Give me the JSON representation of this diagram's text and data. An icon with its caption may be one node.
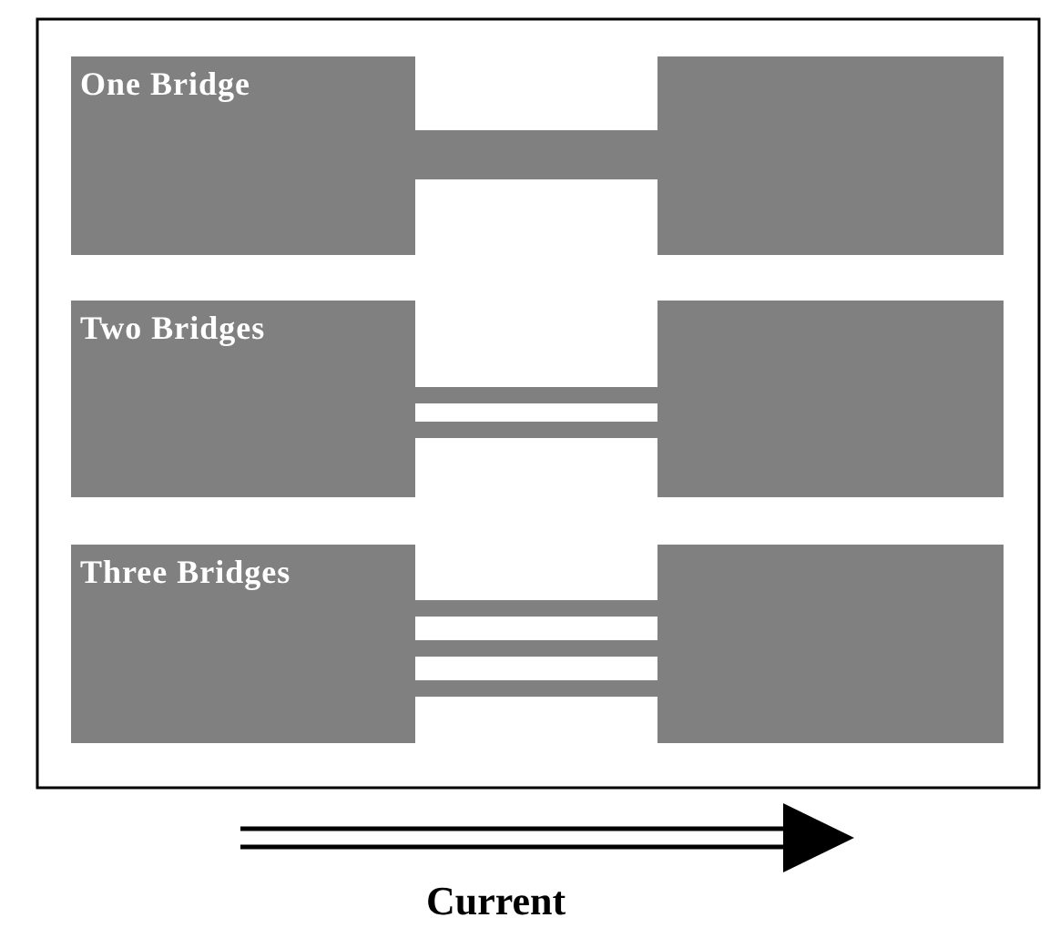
{
  "diagram": {
    "nodes": [
      {
        "text": [
          "One Bridge"
        ]
      },
      {
        "text": [],
        "shape": "box"
      },
      {
        "text": [
          "Two Bridges"
        ]
      },
      {
        "text": [],
        "shape": "box"
      },
      {
        "text": [
          "Three Bridges"
        ]
      },
      {
        "text": [],
        "shape": "box"
      }
    ],
    "edges": [
      {
        "from": 0,
        "to": 1,
        "arrow": "none",
        "style": "thick"
      },
      {
        "from": 2,
        "to": 3,
        "arrow": "none"
      },
      {
        "from": 2,
        "to": 3,
        "arrow": "none"
      },
      {
        "from": 4,
        "to": 5,
        "arrow": "none"
      },
      {
        "from": 4,
        "to": 5,
        "arrow": "none"
      },
      {
        "from": 4,
        "to": 5,
        "arrow": "none"
      }
    ],
    "labels": [
      "Current"
    ]
  }
}
